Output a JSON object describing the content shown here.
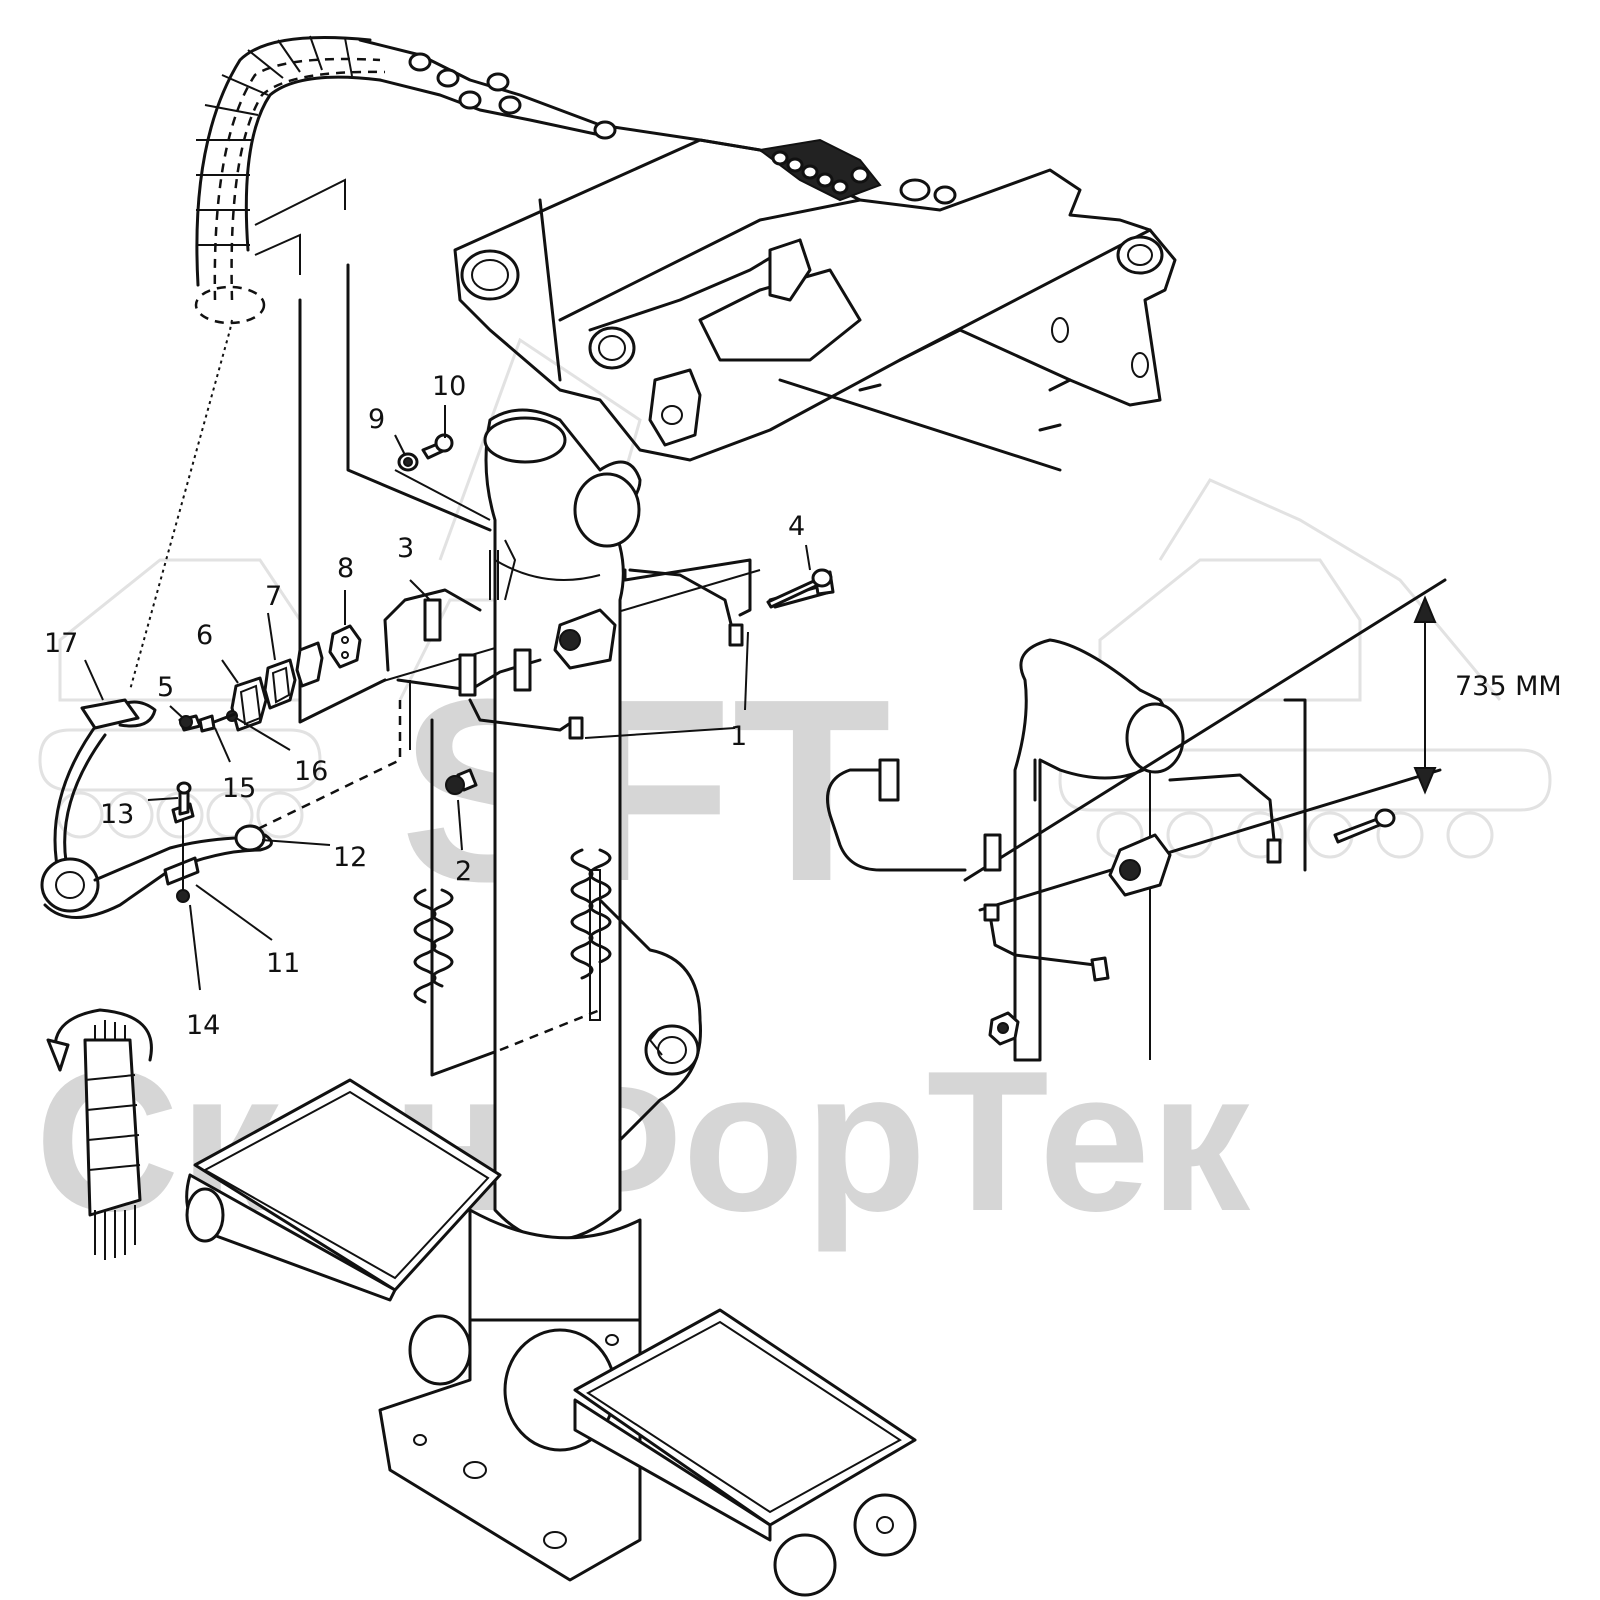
{
  "watermark": {
    "logo_text": "SFT",
    "brand_text": "СканФорТек"
  },
  "callouts": [
    "1",
    "2",
    "3",
    "4",
    "5",
    "6",
    "7",
    "8",
    "9",
    "10",
    "11",
    "12",
    "13",
    "14",
    "15",
    "16",
    "17"
  ],
  "dimension": {
    "label": "735 MM"
  }
}
